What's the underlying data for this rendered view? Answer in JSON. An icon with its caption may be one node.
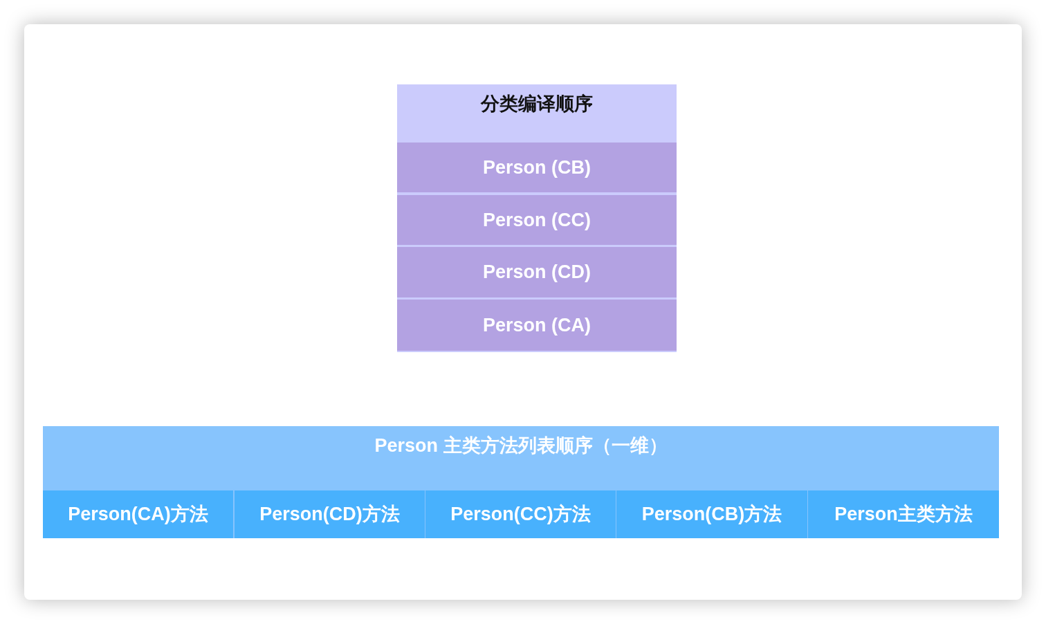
{
  "diagram": {
    "nodes": [
      {
        "text": [
          "分类编译顺序"
        ]
      },
      {
        "text": [
          "Person (CB)"
        ],
        "in": 0
      },
      {
        "text": [
          "Person (CC)"
        ],
        "in": 0
      },
      {
        "text": [
          "Person (CD)"
        ],
        "in": 0
      },
      {
        "text": [
          "Person (CA)"
        ],
        "in": 0
      },
      {
        "text": [
          "Person 主类方法列表顺序（一维）"
        ]
      },
      {
        "text": [
          "Person(CA)方法"
        ],
        "in": 5
      },
      {
        "text": [
          "Person(CD)方法"
        ],
        "in": 5
      },
      {
        "text": [
          "Person(CC)方法"
        ],
        "in": 5
      },
      {
        "text": [
          "Person(CB)方法"
        ],
        "in": 5
      },
      {
        "text": [
          "Person主类方法"
        ],
        "in": 5
      }
    ]
  }
}
